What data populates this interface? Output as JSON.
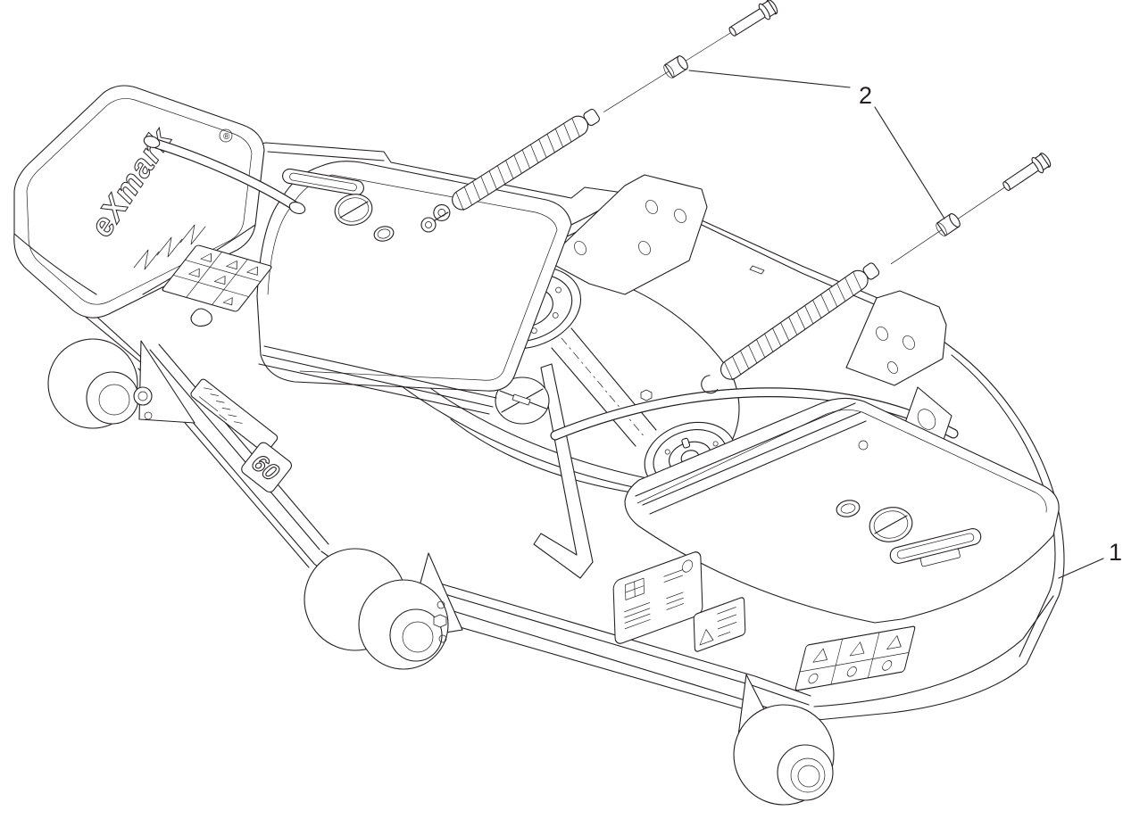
{
  "figure": {
    "figure_type": "exploded-parts-diagram",
    "subject": "mower-deck-assembly",
    "background_color": "#ffffff",
    "line_color": "#231f20",
    "callouts": [
      {
        "label": "1",
        "points_to": "deck-assembly"
      },
      {
        "label": "2",
        "points_to": "bolt-and-spacer-hardware"
      }
    ],
    "decals": {
      "brand_logo_text": "eXmark",
      "registered_mark": "®",
      "deck_size_text": "60"
    }
  }
}
